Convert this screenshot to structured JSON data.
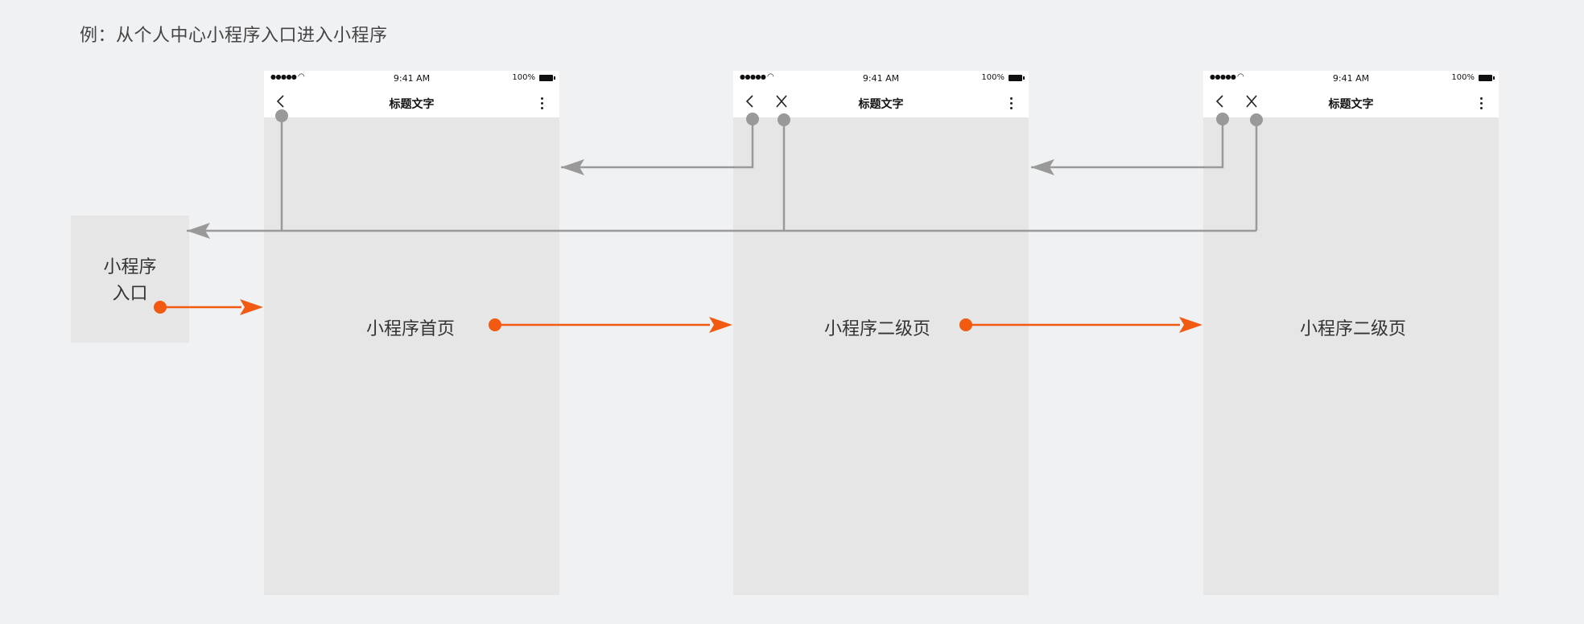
{
  "caption": "例：从个人中心小程序入口进入小程序",
  "entry": {
    "label": "小程序\n入口"
  },
  "phones": [
    {
      "status": {
        "signal": "●●●●●",
        "wifi": "◠",
        "time": "9:41 AM",
        "battery": "100%"
      },
      "nav": {
        "title": "标题文字",
        "back_icon": "chevron-left-icon",
        "more_icon": "more-vertical-icon"
      },
      "page_label": "小程序首页"
    },
    {
      "status": {
        "signal": "●●●●●",
        "wifi": "◠",
        "time": "9:41 AM",
        "battery": "100%"
      },
      "nav": {
        "title": "标题文字",
        "back_icon": "chevron-left-icon",
        "close_icon": "close-icon",
        "more_icon": "more-vertical-icon"
      },
      "page_label": "小程序二级页"
    },
    {
      "status": {
        "signal": "●●●●●",
        "wifi": "◠",
        "time": "9:41 AM",
        "battery": "100%"
      },
      "nav": {
        "title": "标题文字",
        "back_icon": "chevron-left-icon",
        "close_icon": "close-icon",
        "more_icon": "more-vertical-icon"
      },
      "page_label": "小程序二级页"
    }
  ],
  "colors": {
    "forward_arrow": "#f25a11",
    "back_arrow": "#999999",
    "page_bg": "#e6e6e6",
    "canvas_bg": "#f0f1f3"
  }
}
